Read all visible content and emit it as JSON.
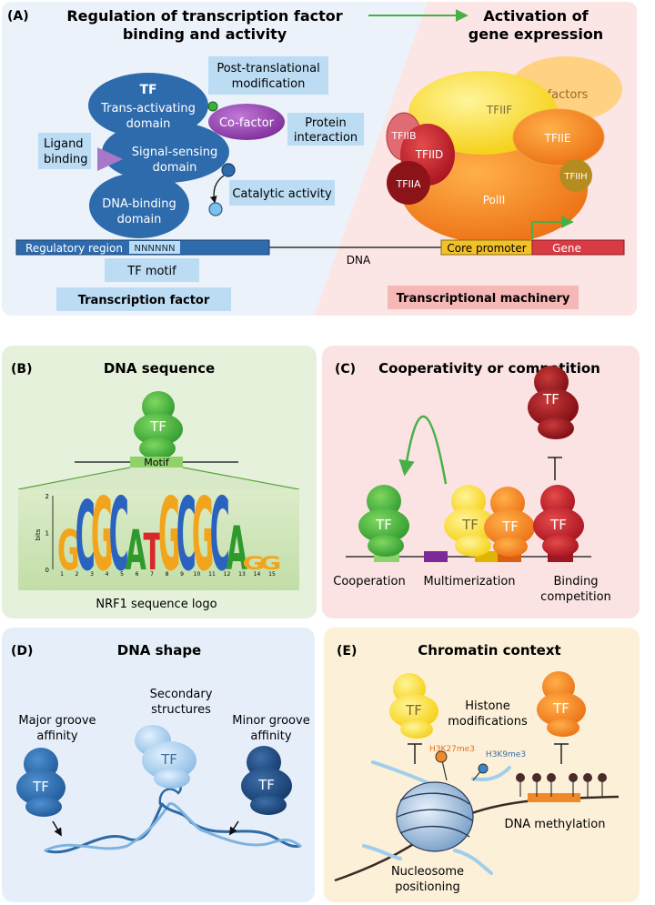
{
  "panelA": {
    "letter": "(A)",
    "left_title_1": "Regulation of transcription factor",
    "left_title_2": "binding and activity",
    "right_title_1": "Activation of",
    "right_title_2": "gene expression",
    "tf": "TF",
    "trans_activating_1": "Trans-activating",
    "trans_activating_2": "domain",
    "signal_sensing_1": "Signal-sensing",
    "signal_sensing_2": "domain",
    "dna_binding_1": "DNA-binding",
    "dna_binding_2": "domain",
    "ptm_1": "Post-translational",
    "ptm_2": "modification",
    "cofactor": "Co-factor",
    "protein_interaction_1": "Protein",
    "protein_interaction_2": "interaction",
    "ligand_1": "Ligand",
    "ligand_2": "binding",
    "catalytic": "Catalytic activity",
    "regulatory_region": "Regulatory region",
    "motif_seq": "NNNNNN",
    "tf_motif": "TF motif",
    "dna": "DNA",
    "tf_label": "Transcription factor",
    "machinery_label": "Transcriptional machinery",
    "cofactors": "co-factors",
    "tfiif": "TFIIF",
    "tfiib": "TFIIB",
    "tfiid": "TFIID",
    "tfiia": "TFIIA",
    "tfiie": "TFIIE",
    "tfiih": "TFIIH",
    "polii": "PolII",
    "core_promoter": "Core promoter",
    "gene": "Gene"
  },
  "panelB": {
    "letter": "(B)",
    "title": "DNA sequence",
    "tf": "TF",
    "motif": "Motif",
    "logo_letters": [
      "G",
      "C",
      "G",
      "C",
      "A",
      "T",
      "G",
      "C",
      "G",
      "C",
      "A",
      "G",
      "G"
    ],
    "logo_y_label": "bits",
    "logo_y_ticks": [
      "2",
      "1",
      "0"
    ],
    "logo_positions": [
      "1",
      "2",
      "3",
      "4",
      "5",
      "6",
      "7",
      "8",
      "9",
      "10",
      "11",
      "12",
      "13",
      "14",
      "15"
    ],
    "caption": "NRF1 sequence logo"
  },
  "panelC": {
    "letter": "(C)",
    "title": "Cooperativity or competition",
    "tf": "TF",
    "cooperation": "Cooperation",
    "multimerization": "Multimerization",
    "binding_1": "Binding",
    "binding_2": "competition"
  },
  "panelD": {
    "letter": "(D)",
    "title": "DNA shape",
    "tf": "TF",
    "major_1": "Major groove",
    "major_2": "affinity",
    "secondary_1": "Secondary",
    "secondary_2": "structures",
    "minor_1": "Minor groove",
    "minor_2": "affinity"
  },
  "panelE": {
    "letter": "(E)",
    "title": "Chromatin context",
    "tf": "TF",
    "histone_1": "Histone",
    "histone_2": "modifications",
    "h3k27": "H3K27me3",
    "h3k9": "H3K9me3",
    "methylation": "DNA methylation",
    "nucleosome_1": "Nucleosome",
    "nucleosome_2": "positioning"
  },
  "colors": {
    "panelA_left_bg": "#ecf2fa",
    "panelA_right_bg": "#fbe5e5",
    "panelB_bg": "#e6f1dc",
    "panelC_bg": "#fbe3e3",
    "panelD_bg": "#e6eff9",
    "panelE_bg": "#fcf0d8",
    "tf_blue": "#2e6bad",
    "label_box": "#bcdcf4",
    "arrow_green": "#46b046"
  }
}
